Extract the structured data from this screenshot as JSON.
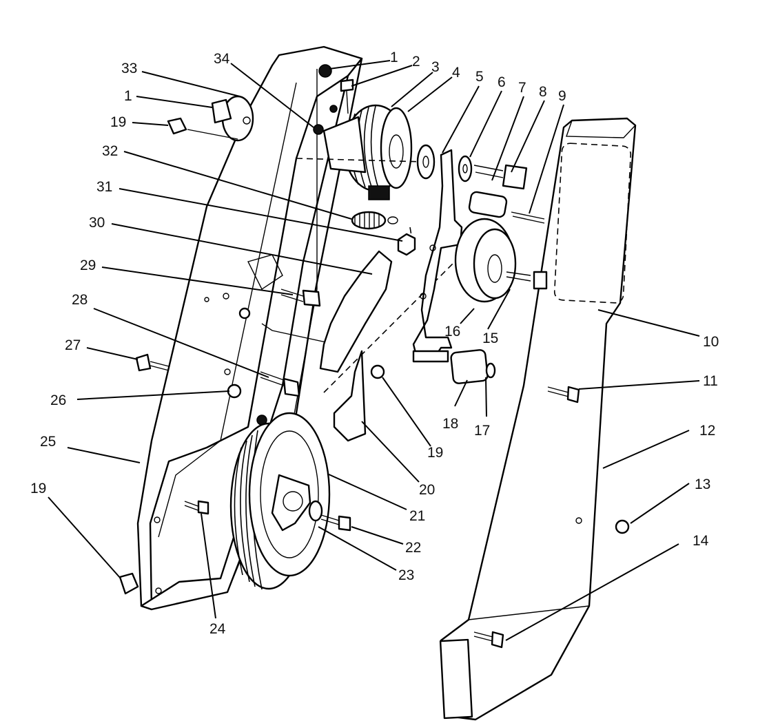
{
  "diagram": {
    "type": "exploded-parts-diagram",
    "callouts": [
      {
        "id": "c1a",
        "text": "1"
      },
      {
        "id": "c1b",
        "text": "1"
      },
      {
        "id": "c2",
        "text": "2"
      },
      {
        "id": "c3",
        "text": "3"
      },
      {
        "id": "c4",
        "text": "4"
      },
      {
        "id": "c5",
        "text": "5"
      },
      {
        "id": "c6",
        "text": "6"
      },
      {
        "id": "c7",
        "text": "7"
      },
      {
        "id": "c8",
        "text": "8"
      },
      {
        "id": "c9",
        "text": "9"
      },
      {
        "id": "c10",
        "text": "10"
      },
      {
        "id": "c11",
        "text": "11"
      },
      {
        "id": "c12",
        "text": "12"
      },
      {
        "id": "c13",
        "text": "13"
      },
      {
        "id": "c14",
        "text": "14"
      },
      {
        "id": "c15",
        "text": "15"
      },
      {
        "id": "c16",
        "text": "16"
      },
      {
        "id": "c17",
        "text": "17"
      },
      {
        "id": "c18",
        "text": "18"
      },
      {
        "id": "c19a",
        "text": "19"
      },
      {
        "id": "c19b",
        "text": "19"
      },
      {
        "id": "c19c",
        "text": "19"
      },
      {
        "id": "c20",
        "text": "20"
      },
      {
        "id": "c21",
        "text": "21"
      },
      {
        "id": "c22",
        "text": "22"
      },
      {
        "id": "c23",
        "text": "23"
      },
      {
        "id": "c24",
        "text": "24"
      },
      {
        "id": "c25",
        "text": "25"
      },
      {
        "id": "c26",
        "text": "26"
      },
      {
        "id": "c27",
        "text": "27"
      },
      {
        "id": "c28",
        "text": "28"
      },
      {
        "id": "c29",
        "text": "29"
      },
      {
        "id": "c30",
        "text": "30"
      },
      {
        "id": "c31",
        "text": "31"
      },
      {
        "id": "c32",
        "text": "32"
      },
      {
        "id": "c33",
        "text": "33"
      },
      {
        "id": "c34",
        "text": "34"
      }
    ]
  }
}
